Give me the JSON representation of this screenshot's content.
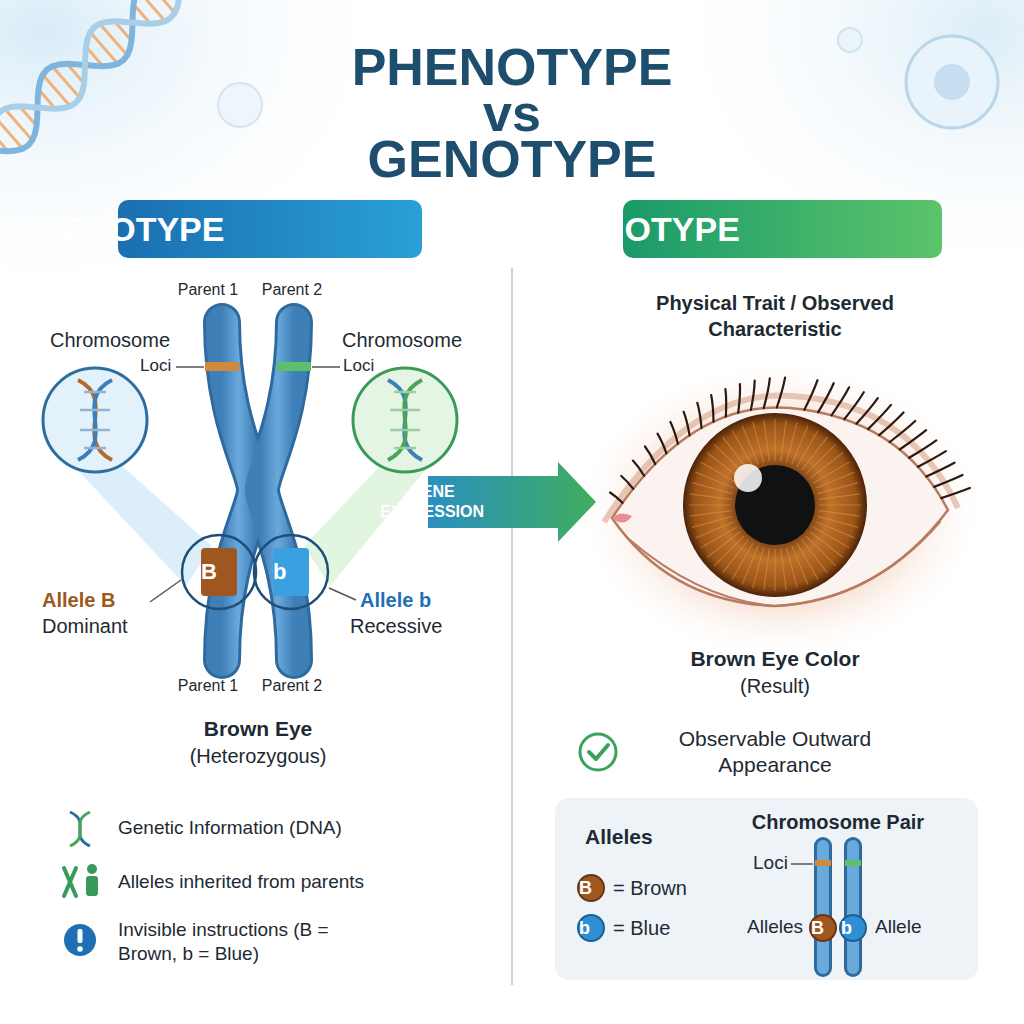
{
  "diagram": {
    "title": "PHENOTYPE vs GENOTYPE",
    "nodes": [
      {
        "text": [
          "GENOTYPE"
        ]
      },
      {
        "text": [
          "PHENOTYPE"
        ]
      },
      {
        "text": [
          "GENE EXPRESSION"
        ]
      },
      {
        "text": [
          "Alleles",
          "B",
          "= Brown",
          "b",
          "= Blue",
          "Chromosome Pair",
          "Loci",
          "Alleles",
          "B",
          "b",
          "Allele"
        ]
      }
    ],
    "labels": [
      "Parent 1",
      "Parent 2",
      "Chromosome",
      "Loci",
      "Chromosome",
      "Loci",
      "B",
      "b",
      "Allele B",
      "Dominant",
      "Allele b",
      "Recessive",
      "Parent 1",
      "Parent 2",
      "Brown Eye",
      "(Heterozygous)",
      "Genetic Information (DNA)",
      "Alleles inherited from parents",
      "Invisible instructions (B = Brown, b = Blue)",
      "Physical Trait / Observed Characteristic",
      "Brown Eye Color",
      "(Result)",
      "Observable Outward Appearance"
    ]
  }
}
